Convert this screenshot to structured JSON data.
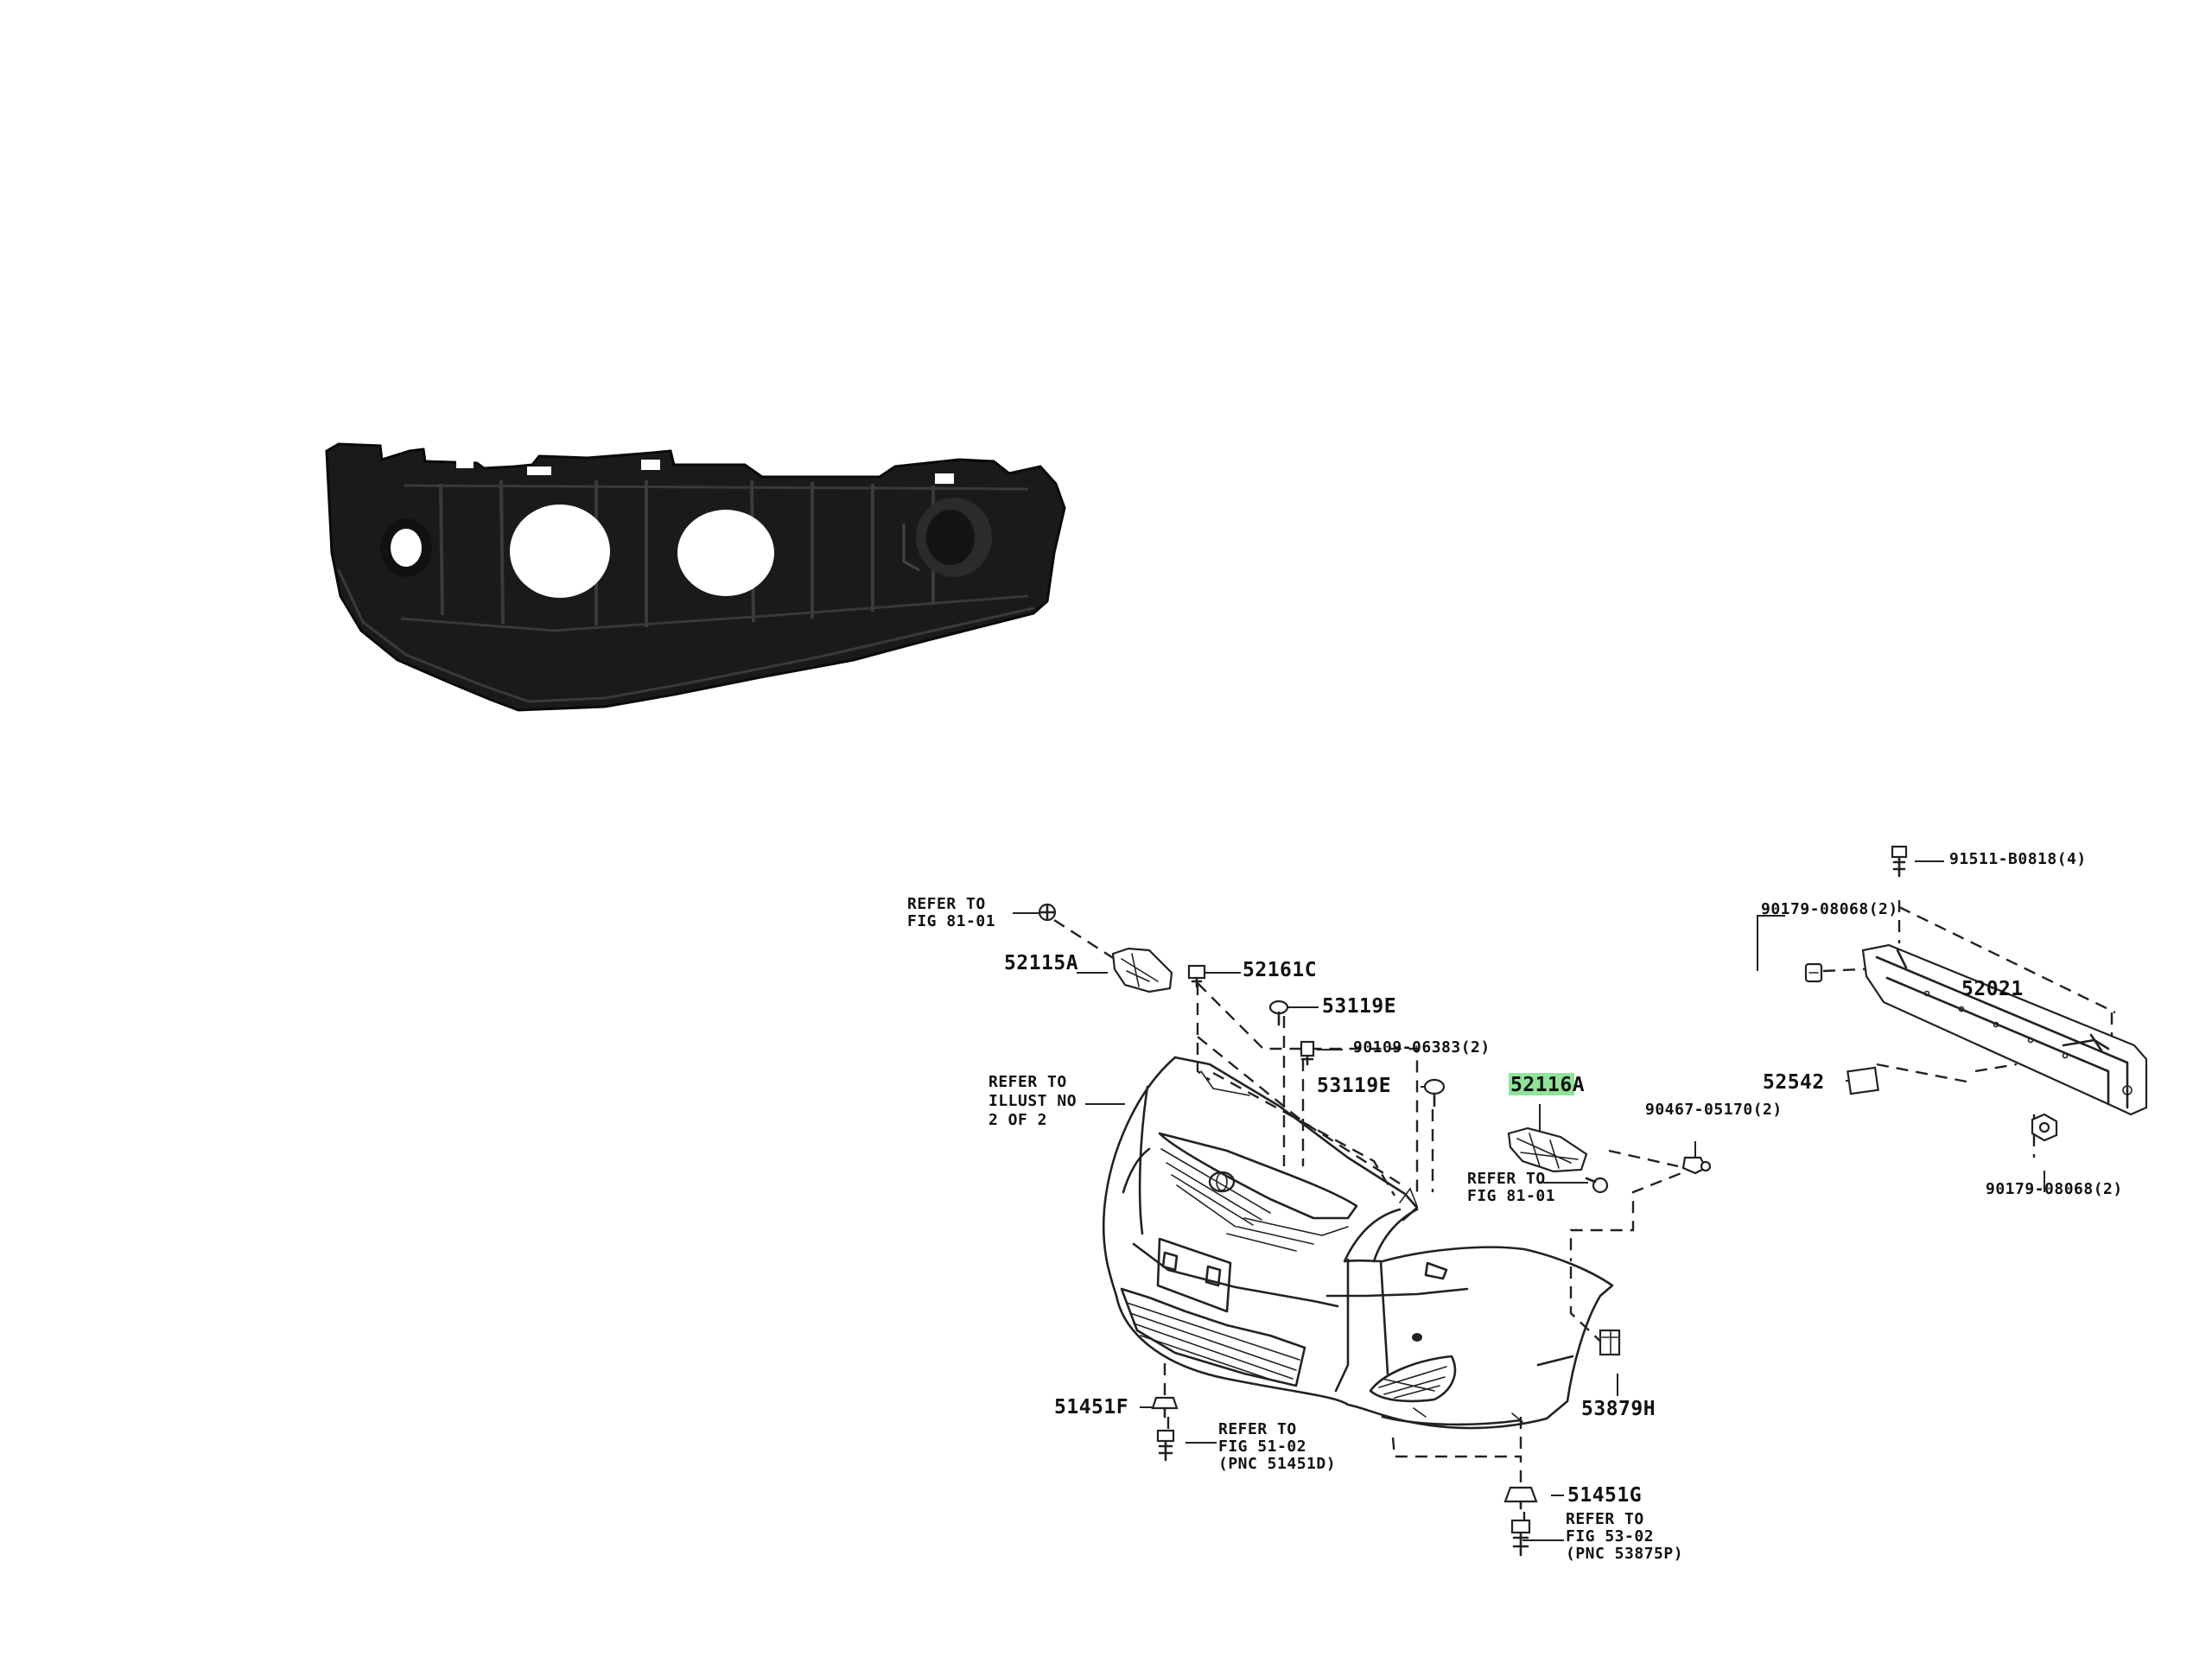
{
  "diagram": {
    "part_numbers": {
      "p52115A": "52115A",
      "p52161C": "52161C",
      "p53119E_top": "53119E",
      "p90109": "90109-06383(2)",
      "p53119E_mid": "53119E",
      "p52116A": "52116A",
      "p90467": "90467-05170(2)",
      "p91511": "91511-B0818(4)",
      "p90179_top": "90179-08068(2)",
      "p52021": "52021",
      "p52542": "52542",
      "p90179_bot": "90179-08068(2)",
      "p53879H": "53879H",
      "p51451F": "51451F",
      "p51451G": "51451G"
    },
    "references": {
      "fig8101_a": [
        "REFER TO",
        "FIG 81-01"
      ],
      "illust": [
        "REFER TO",
        "ILLUST NO",
        "2 OF 2"
      ],
      "fig8101_b": [
        "REFER TO",
        "FIG 81-01"
      ],
      "fig5102": [
        "REFER TO",
        "FIG 51-02",
        "(PNC 51451D)"
      ],
      "fig5302": [
        "REFER TO",
        "FIG 53-02",
        "(PNC 53875P)"
      ]
    },
    "highlighted_part": "52116A",
    "colors": {
      "highlight": "#8fe39a",
      "product_photo": "#1a1a1a",
      "line_art": "#222222"
    }
  }
}
